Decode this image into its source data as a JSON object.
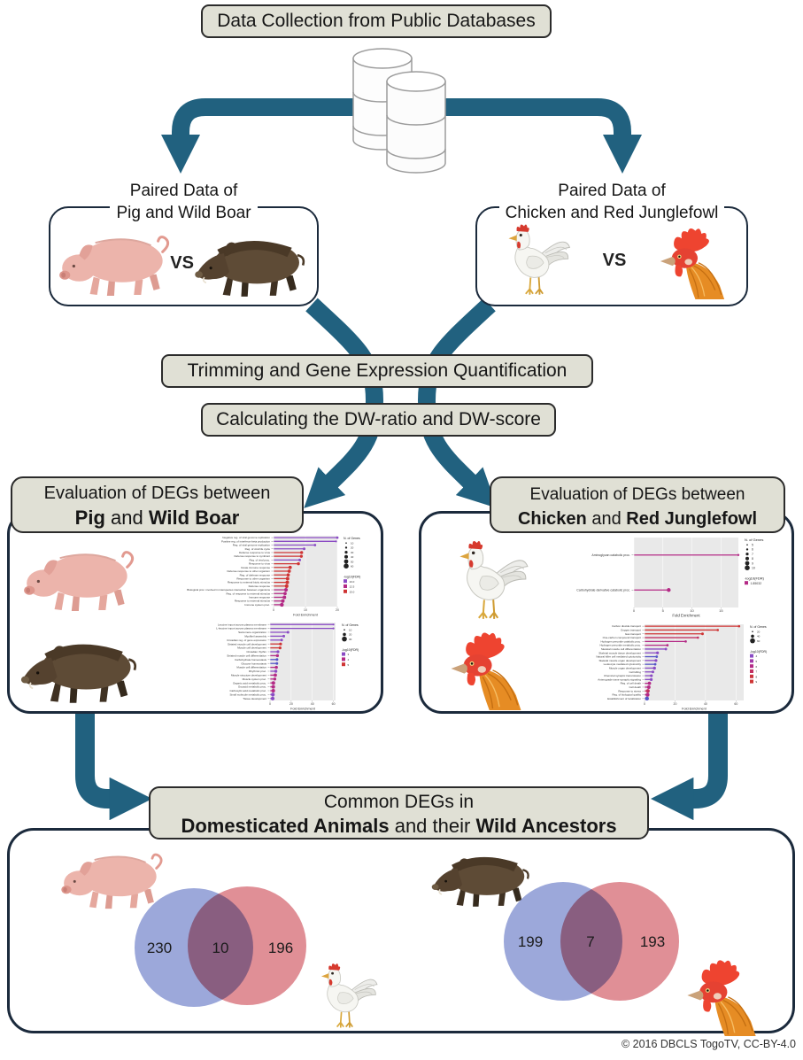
{
  "colors": {
    "arrow": "#21617f",
    "box_bg": "#e0e0d5",
    "box_border": "#2b2b2b",
    "panel_border": "#1b2a3c",
    "venn_blue": "#8b99d3",
    "venn_red": "#e08f96"
  },
  "header": {
    "title": "Data Collection from Public Databases"
  },
  "images": {
    "database": "database",
    "pig": "pig",
    "wild_boar": "wild boar",
    "chicken": "chicken",
    "red_junglefowl": "red junglefowl"
  },
  "paired_left": {
    "line1": "Paired Data of",
    "line2": "Pig and Wild Boar",
    "vs": "VS"
  },
  "paired_right": {
    "line1": "Paired Data of",
    "line2": "Chicken and Red Junglefowl",
    "vs": "VS"
  },
  "steps": {
    "step1": "Trimming and Gene Expression Quantification",
    "step2": "Calculating the DW-ratio and DW-score"
  },
  "eval_left": {
    "line1": "Evaluation of DEGs between",
    "bold1": "Pig",
    "mid": " and ",
    "bold2": "Wild Boar"
  },
  "eval_right": {
    "line1": "Evaluation of DEGs between",
    "bold1": "Chicken",
    "mid": " and ",
    "bold2": "Red Junglefowl"
  },
  "common": {
    "line1": "Common DEGs in",
    "bold1": "Domesticated Animals",
    "mid": " and their ",
    "bold2": "Wild Ancestors"
  },
  "venns": {
    "left": {
      "a": "230",
      "ab": "10",
      "b": "196"
    },
    "right": {
      "a": "199",
      "ab": "7",
      "b": "193"
    }
  },
  "footer": {
    "copyright": "© 2016 DBCLS TogoTV, CC-BY-4.0"
  },
  "chart_data": [
    {
      "type": "lollipop",
      "animal": "pig",
      "title": "",
      "xlabel": "Fold Enrichment",
      "xmax": 20,
      "xticks": [
        0,
        10,
        20
      ],
      "size_legend": {
        "title": "N. of Genes",
        "items": [
          10,
          20,
          30,
          40,
          50,
          60
        ]
      },
      "color_legend": {
        "title": "-log10(FDR)",
        "items": [
          {
            "label": "10.0",
            "color": "#8a4bc4"
          },
          {
            "label": "12.5",
            "color": "#b42a86"
          },
          {
            "label": "15.0",
            "color": "#cf3434"
          }
        ]
      },
      "rows": [
        [
          "Negative reg. of viral genome replication",
          20,
          "#8a4bc4",
          1.4
        ],
        [
          "Positive reg. of interferon-beta production",
          19.6,
          "#8a4bc4",
          1.1
        ],
        [
          "Reg. of viral genome replication",
          13,
          "#8a4bc4",
          1.4
        ],
        [
          "Reg. of viral life cycle",
          9.6,
          "#8a4bc4",
          1.5
        ],
        [
          "Defense response to virus",
          8.8,
          "#cf3434",
          1.7
        ],
        [
          "Defense response to symbiont",
          8.7,
          "#cf3434",
          1.7
        ],
        [
          "Reg. of viral proc.",
          8.2,
          "#8a4bc4",
          1.5
        ],
        [
          "Response to virus",
          7.8,
          "#cf3434",
          1.7
        ],
        [
          "Innate immune response",
          5.2,
          "#cf3434",
          1.9
        ],
        [
          "Defense response to other organism",
          4.9,
          "#cf3434",
          1.9
        ],
        [
          "Reg. of defense response",
          4.6,
          "#cf3434",
          1.8
        ],
        [
          "Response to other organism",
          4.4,
          "#cf3434",
          2
        ],
        [
          "Response to external biotic stimulus",
          4.3,
          "#cf3434",
          2
        ],
        [
          "Defense response",
          4.1,
          "#cf3434",
          2.1
        ],
        [
          "Biological proc. involved in interspecies interaction between organisms",
          3.9,
          "#b42a86",
          2.1
        ],
        [
          "Reg. of response to external stimulus",
          3.6,
          "#b42a86",
          1.9
        ],
        [
          "Immune response",
          3.4,
          "#b42a86",
          2
        ],
        [
          "Response to external stimulus",
          2.9,
          "#b42a86",
          2.1
        ],
        [
          "Immune system proc.",
          2.6,
          "#b42a86",
          2.2
        ]
      ]
    },
    {
      "type": "lollipop",
      "animal": "wild boar",
      "title": "",
      "xlabel": "Fold Enrichment",
      "xmax": 62,
      "xticks": [
        0,
        20,
        40,
        60
      ],
      "size_legend": {
        "title": "N. of Genes",
        "items": [
          10,
          20,
          30
        ]
      },
      "color_legend": {
        "title": "-log10(FDR)",
        "items": [
          {
            "label": "3",
            "color": "#8a4bc4"
          },
          {
            "label": "4",
            "color": "#b42a86"
          },
          {
            "label": "5",
            "color": "#cf3434"
          }
        ]
      },
      "rows": [
        [
          "Leucine import across plasma membrane",
          60,
          "#8a4bc4",
          1.1
        ],
        [
          "L-leucine import across plasma membrane",
          60,
          "#8a4bc4",
          1.1
        ],
        [
          "Sarcomere organization",
          17,
          "#8a4bc4",
          1.5
        ],
        [
          "Myofibril assembly",
          13,
          "#8a4bc4",
          1.5
        ],
        [
          "Circadian reg. of gene expression",
          11,
          "#8a4bc4",
          1.5
        ],
        [
          "Striated muscle cell development",
          10,
          "#cf3434",
          1.6
        ],
        [
          "Muscle cell development",
          9.5,
          "#cf3434",
          1.6
        ],
        [
          "Circadian rhythm",
          7.5,
          "#8a4bc4",
          1.6
        ],
        [
          "Striated muscle cell differentiation",
          7,
          "#b42a86",
          1.7
        ],
        [
          "Carbohydrate homeostasis",
          6.6,
          "#5655c8",
          1.5
        ],
        [
          "Glucose homeostasis",
          6.5,
          "#5655c8",
          1.5
        ],
        [
          "Muscle cell differentiation",
          6,
          "#b42a86",
          1.7
        ],
        [
          "Rhythmic proc.",
          5.5,
          "#8a4bc4",
          1.7
        ],
        [
          "Muscle structure development",
          5,
          "#b42a86",
          1.9
        ],
        [
          "Muscle system proc.",
          4.5,
          "#b42a86",
          1.7
        ],
        [
          "Organic acid metabolic proc.",
          3.2,
          "#b42a86",
          2
        ],
        [
          "Oxoacid metabolic proc.",
          3.1,
          "#b42a86",
          2
        ],
        [
          "Carboxylic acid metabolic proc.",
          3.1,
          "#b42a86",
          2
        ],
        [
          "Small molecule metabolic proc.",
          2.7,
          "#8a4bc4",
          2.1
        ],
        [
          "Tissue development",
          2.5,
          "#8a4bc4",
          2.1
        ]
      ]
    },
    {
      "type": "lollipop",
      "animal": "chicken",
      "title": "",
      "xlabel": "Fold Enrichment",
      "xmax": 18,
      "xticks": [
        0,
        5,
        10,
        15
      ],
      "size_legend": {
        "title": "N. of Genes",
        "items": [
          5,
          6,
          7,
          8,
          9,
          10
        ]
      },
      "color_legend": {
        "title": "-log10(FDR)",
        "items": [
          {
            "label": "1.85032",
            "color": "#b42a86"
          }
        ]
      },
      "rows": [
        [
          "Aminoglycan catabolic proc.",
          18,
          "#b42a86",
          1.2
        ],
        [
          "Carbohydrate derivative catabolic proc.",
          6,
          "#b42a86",
          2.2
        ]
      ]
    },
    {
      "type": "lollipop",
      "animal": "red junglefowl",
      "title": "",
      "xlabel": "Fold Enrichment",
      "xmax": 65,
      "xticks": [
        0,
        20,
        40,
        60
      ],
      "size_legend": {
        "title": "N. of Genes",
        "items": [
          20,
          40,
          60
        ]
      },
      "color_legend": {
        "title": "-log10(FDR)",
        "items": [
          {
            "label": "4",
            "color": "#8a4bc4"
          },
          {
            "label": "5",
            "color": "#a138a8"
          },
          {
            "label": "6",
            "color": "#b42a86"
          },
          {
            "label": "7",
            "color": "#c23061"
          },
          {
            "label": "8",
            "color": "#ca343f"
          },
          {
            "label": "9",
            "color": "#cf3434"
          }
        ]
      },
      "rows": [
        [
          "Carbon dioxide transport",
          62,
          "#cf3434",
          1.3
        ],
        [
          "Oxygen transport",
          48,
          "#cf3434",
          1.3
        ],
        [
          "Gas transport",
          38,
          "#cf3434",
          1.5
        ],
        [
          "One-carbon compound transport",
          35,
          "#c23061",
          1.3
        ],
        [
          "Hydrogen peroxide catabolic proc.",
          27,
          "#b42a86",
          1.3
        ],
        [
          "Hydrogen peroxide metabolic proc.",
          15,
          "#b42a86",
          1.4
        ],
        [
          "Skeletal muscle cell differentiation",
          14,
          "#8a4bc4",
          1.4
        ],
        [
          "Skeletal muscle tissue development",
          8.5,
          "#8a4bc4",
          1.6
        ],
        [
          "Natural killer cell mediated cytotoxicity",
          8,
          "#5655c8",
          1.4
        ],
        [
          "Skeletal muscle organ development",
          7.5,
          "#8a4bc4",
          1.6
        ],
        [
          "Leukocyte mediated cytotoxicity",
          7,
          "#5655c8",
          1.4
        ],
        [
          "Muscle organ development",
          6.5,
          "#8a4bc4",
          1.7
        ],
        [
          "Cell killing",
          5.5,
          "#8a4bc4",
          1.5
        ],
        [
          "Chemical synaptic transmission",
          4.5,
          "#8a4bc4",
          1.6
        ],
        [
          "Anterograde trans-synaptic signaling",
          4.4,
          "#8a4bc4",
          1.6
        ],
        [
          "Reg. of cell death",
          3.2,
          "#b42a86",
          1.9
        ],
        [
          "Cell death",
          2.8,
          "#b42a86",
          2
        ],
        [
          "Response to stress",
          2.2,
          "#c23061",
          2.1
        ],
        [
          "Reg. of biological quality",
          2,
          "#b42a86",
          2.2
        ],
        [
          "Establishment of localization",
          1.6,
          "#5655c8",
          2.2
        ]
      ]
    }
  ]
}
